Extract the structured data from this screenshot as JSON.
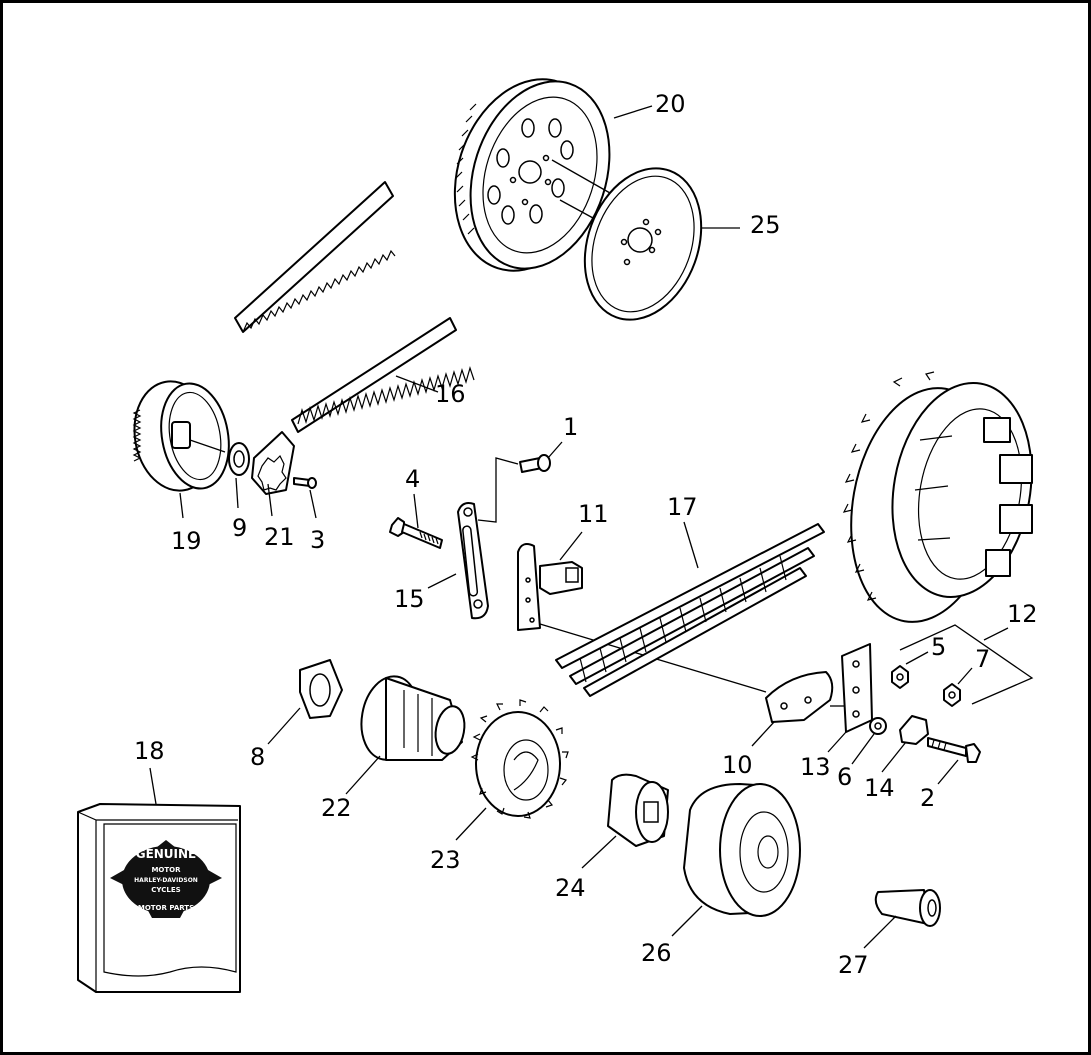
{
  "callouts": {
    "c1": "1",
    "c2": "2",
    "c3": "3",
    "c4": "4",
    "c5": "5",
    "c6": "6",
    "c7": "7",
    "c8": "8",
    "c9": "9",
    "c10": "10",
    "c11": "11",
    "c12": "12",
    "c13": "13",
    "c14": "14",
    "c15": "15",
    "c16": "16",
    "c17": "17",
    "c18": "18",
    "c19": "19",
    "c20": "20",
    "c21": "21",
    "c22": "22",
    "c23": "23",
    "c24": "24",
    "c25": "25",
    "c26": "26",
    "c27": "27"
  },
  "logo": {
    "top": "GENUINE",
    "middle1": "MOTOR",
    "middle2": "HARLEY-DAVIDSON",
    "middle3": "CYCLES",
    "bottom": "MOTOR PARTS"
  },
  "colors": {
    "line": "#000000",
    "paper": "#ffffff",
    "logo": "#111111"
  }
}
